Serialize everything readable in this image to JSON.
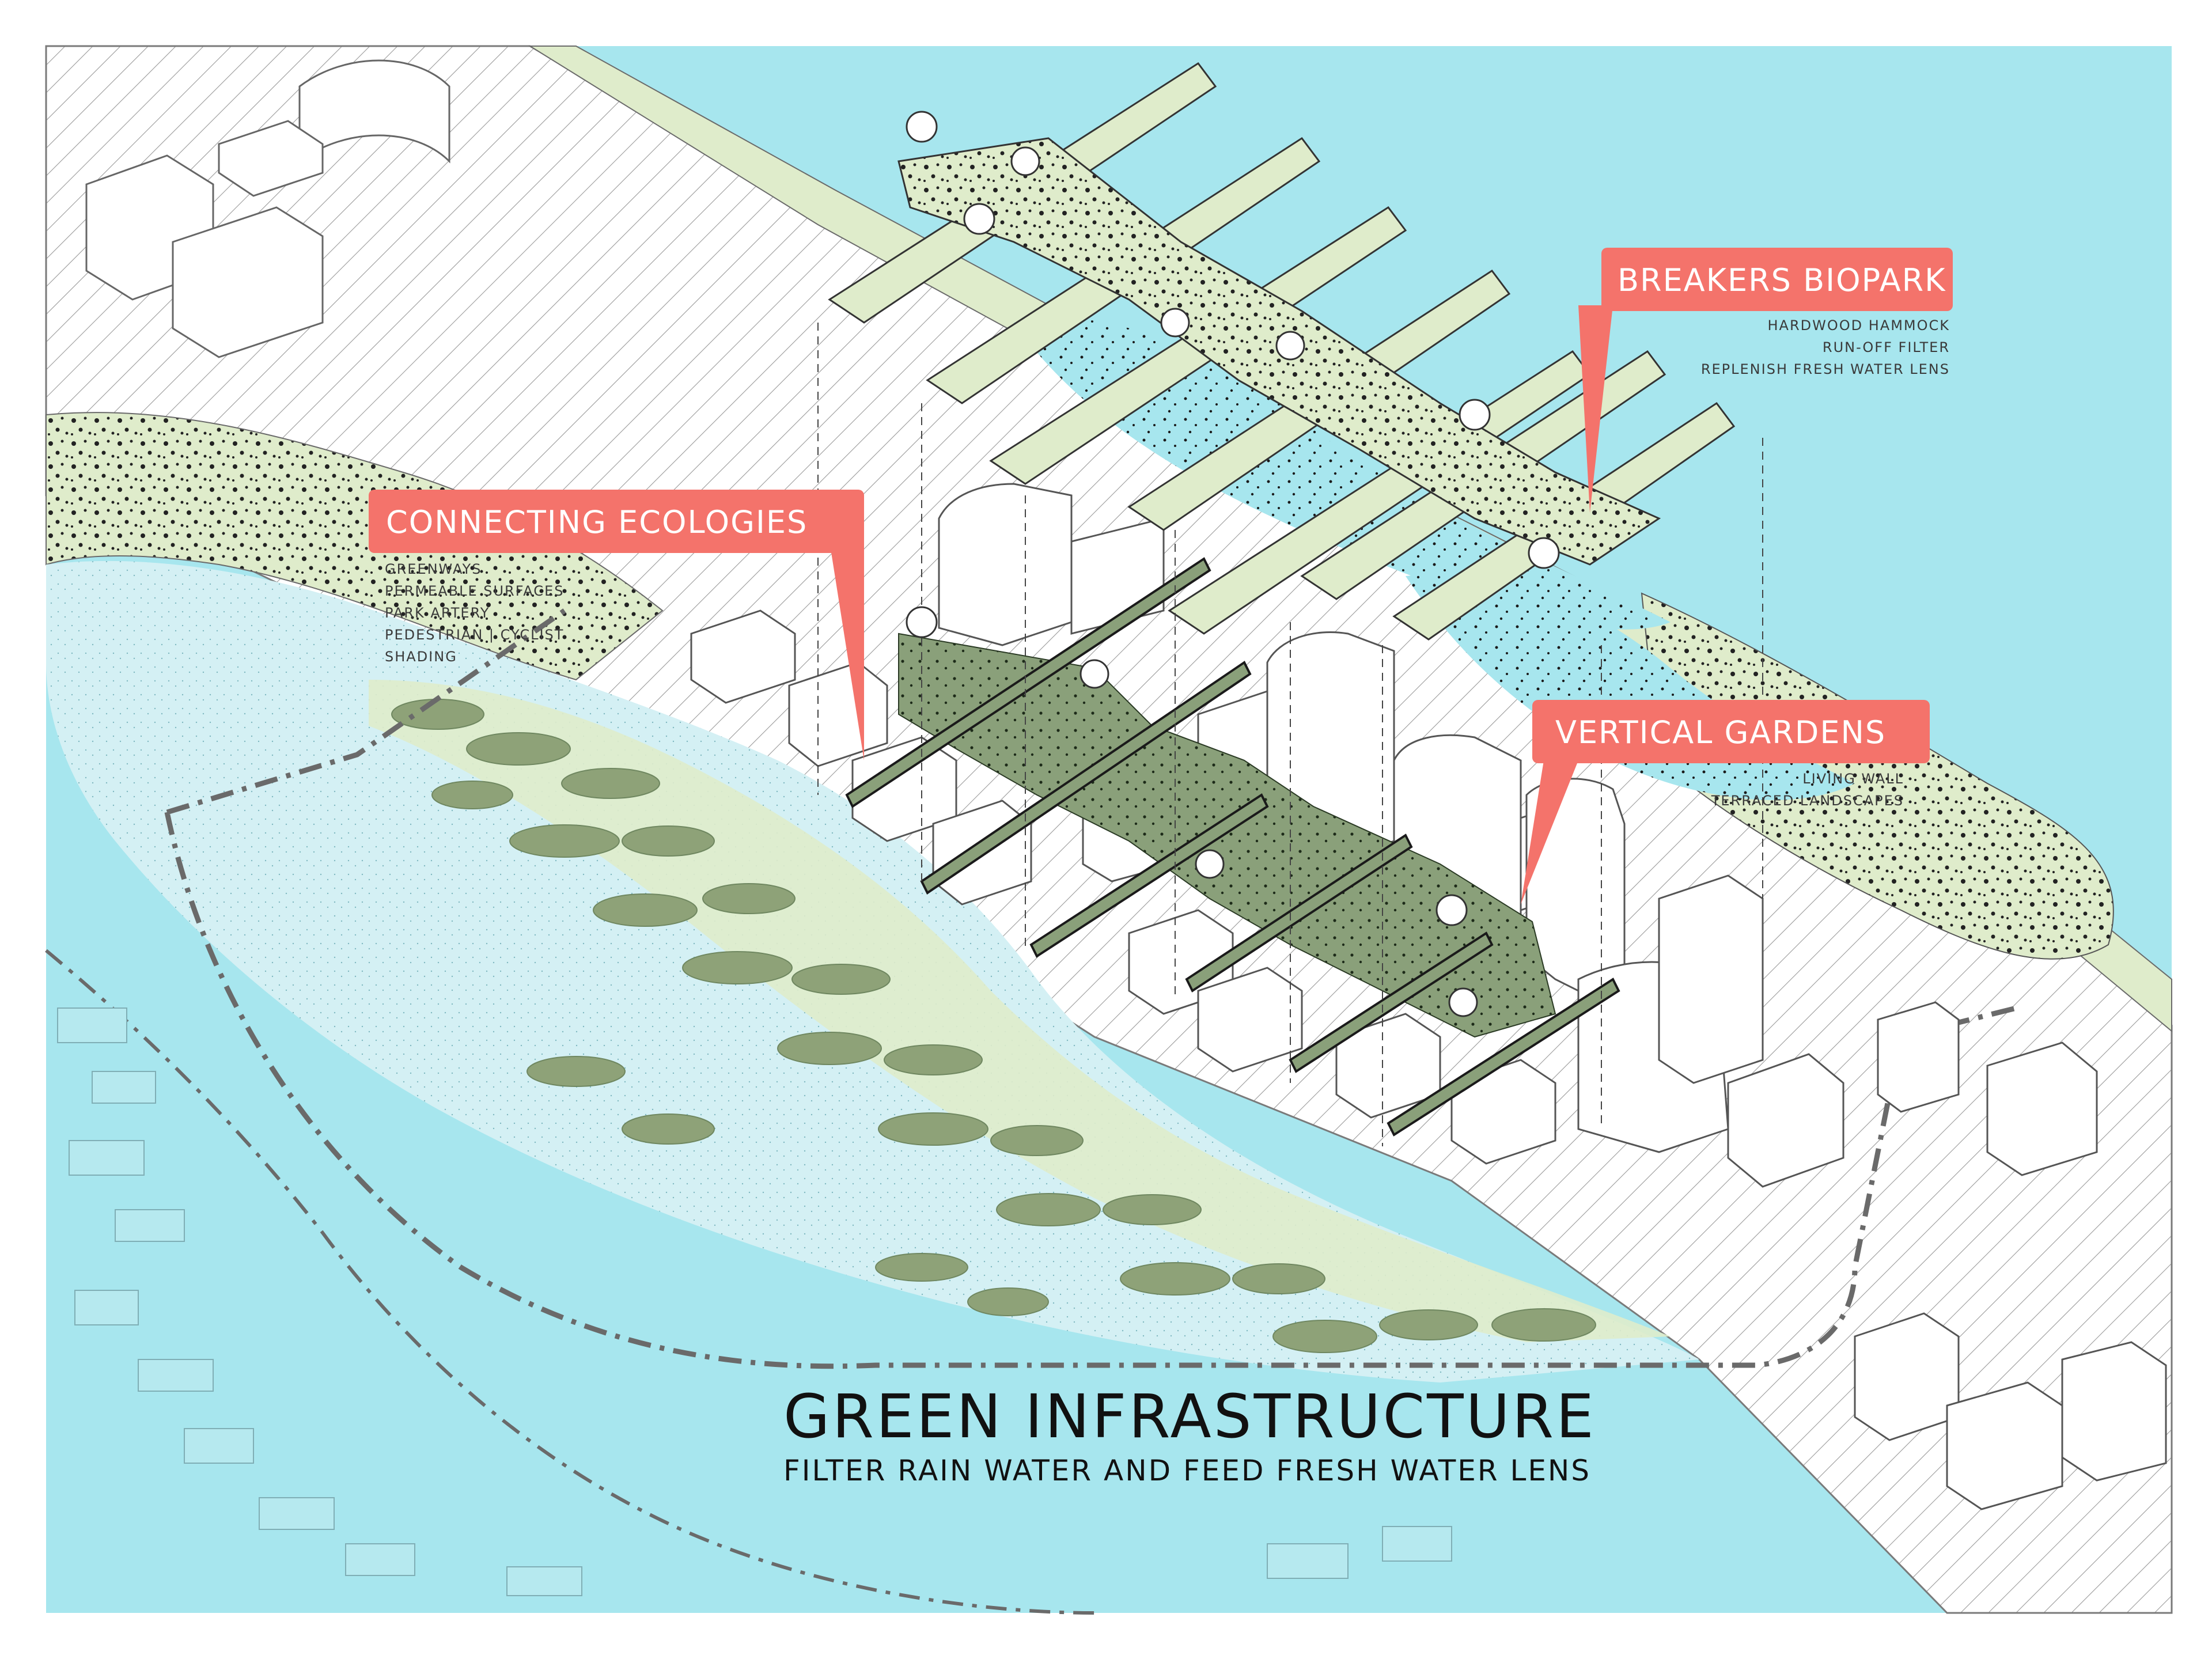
{
  "colors": {
    "water": "#a7e6ee",
    "green_land": "#dfeccb",
    "marsh": "#d4f0f4",
    "vegetation": "#8ea278",
    "dark_green": "#6f8760",
    "callout": "#f4736b",
    "building": "#ffffff",
    "outline": "#555555"
  },
  "callouts": {
    "connecting": {
      "title": "CONNECTING ECOLOGIES",
      "items": [
        "GREENWAYS",
        "PERMEABLE SURFACES",
        "PARK ARTERY",
        "PEDESTRIAN | CYCLIST",
        "SHADING"
      ]
    },
    "breakers": {
      "title": "BREAKERS BIOPARK",
      "items": [
        "HARDWOOD HAMMOCK",
        "RUN-OFF FILTER",
        "REPLENISH FRESH WATER LENS"
      ]
    },
    "vertical": {
      "title": "VERTICAL GARDENS",
      "items": [
        "LIVING WALL",
        "TERRACED LANDSCAPES"
      ]
    }
  },
  "title": {
    "main": "GREEN INFRASTRUCTURE",
    "subtitle": "FILTER RAIN WATER AND FEED FRESH WATER LENS"
  }
}
